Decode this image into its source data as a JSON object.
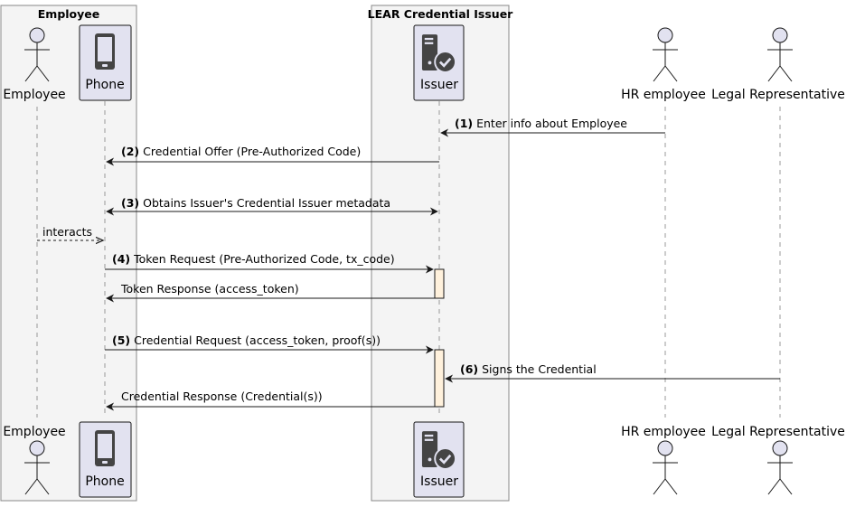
{
  "boxes": {
    "employee": {
      "title": "Employee"
    },
    "issuer_org": {
      "title": "LEAR Credential Issuer"
    }
  },
  "participants": {
    "employee": {
      "label": "Employee",
      "icon": "actor-icon"
    },
    "phone": {
      "label": "Phone",
      "icon": "phone-icon"
    },
    "issuer": {
      "label": "Issuer",
      "icon": "server-check-icon"
    },
    "hr": {
      "label": "HR employee",
      "icon": "actor-icon"
    },
    "legal": {
      "label": "Legal Representative",
      "icon": "actor-icon"
    }
  },
  "messages": [
    {
      "num": "(1)",
      "text": "Enter info about Employee"
    },
    {
      "num": "(2)",
      "text": "Credential Offer (Pre-Authorized Code)"
    },
    {
      "num": "(3)",
      "text": "Obtains Issuer's Credential Issuer metadata"
    },
    {
      "num": "",
      "text": "interacts"
    },
    {
      "num": "(4)",
      "text": "Token Request (Pre-Authorized Code, tx_code)"
    },
    {
      "num": "",
      "text": "Token Response (access_token)"
    },
    {
      "num": "(5)",
      "text": "Credential Request (access_token, proof(s))"
    },
    {
      "num": "(6)",
      "text": "Signs the Credential"
    },
    {
      "num": "",
      "text": "Credential Response (Credential(s))"
    }
  ],
  "colors": {
    "box_fill": "#f4f4f4",
    "box_border": "#888888",
    "participant_fill": "#e2e2f0",
    "participant_border": "#181818",
    "icon": "#444444",
    "activation_fill": "#fff1dc",
    "lifeline": "#999999",
    "arrow": "#181818"
  }
}
